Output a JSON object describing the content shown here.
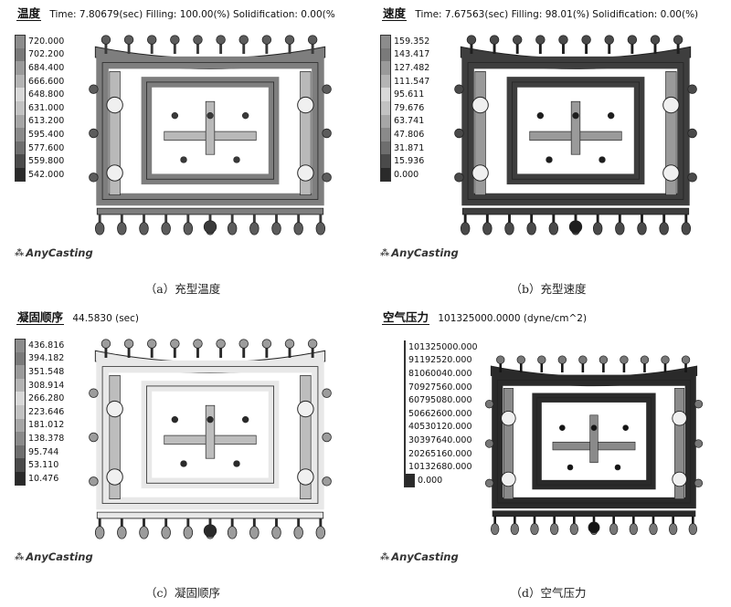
{
  "panels": {
    "a": {
      "title": "温度",
      "info": "Time: 7.80679(sec)  Filling: 100.00(%)  Solidification: 0.00(%",
      "legend": [
        "720.000",
        "702.200",
        "684.400",
        "666.600",
        "648.800",
        "631.000",
        "613.200",
        "595.400",
        "577.600",
        "559.800",
        "542.000"
      ],
      "logo": "AnyCasting",
      "caption": "（a）充型温度",
      "palette": [
        "#8c8c8c",
        "#7a7a7a",
        "#9a9a9a",
        "#b4b4b4",
        "#d8d8d8",
        "#c2c2c2",
        "#a6a6a6",
        "#8a8a8a",
        "#6e6e6e",
        "#4a4a4a",
        "#2a2a2a"
      ]
    },
    "b": {
      "title": "速度",
      "info": "Time: 7.67563(sec)  Filling: 98.01(%)  Solidification: 0.00(%)",
      "legend": [
        "159.352",
        "143.417",
        "127.482",
        "111.547",
        "95.611",
        "79.676",
        "63.741",
        "47.806",
        "31.871",
        "15.936",
        "0.000"
      ],
      "logo": "AnyCasting",
      "caption": "（b）充型速度",
      "palette": [
        "#8c8c8c",
        "#7a7a7a",
        "#9a9a9a",
        "#b4b4b4",
        "#d8d8d8",
        "#c2c2c2",
        "#a6a6a6",
        "#8a8a8a",
        "#6e6e6e",
        "#4a4a4a",
        "#2a2a2a"
      ]
    },
    "c": {
      "title": "凝固顺序",
      "info": "44.5830 (sec)",
      "legend": [
        "436.816",
        "394.182",
        "351.548",
        "308.914",
        "266.280",
        "223.646",
        "181.012",
        "138.378",
        "95.744",
        "53.110",
        "10.476"
      ],
      "logo": "AnyCasting",
      "caption": "（c）凝固顺序",
      "palette": [
        "#8c8c8c",
        "#7a7a7a",
        "#9a9a9a",
        "#b4b4b4",
        "#d8d8d8",
        "#c2c2c2",
        "#a6a6a6",
        "#8a8a8a",
        "#6e6e6e",
        "#4a4a4a",
        "#2a2a2a"
      ]
    },
    "d": {
      "title": "空气压力",
      "info": "101325000.0000 (dyne/cm^2)",
      "legend": [
        "101325000.000",
        "91192520.000",
        "81060040.000",
        "70927560.000",
        "60795080.000",
        "50662600.000",
        "40530120.000",
        "30397640.000",
        "20265160.000",
        "10132680.000",
        "0.000"
      ],
      "logo": "AnyCasting",
      "caption": "（d）空气压力",
      "palette": [
        "#8c8c8c",
        "#7a7a7a",
        "#9a9a9a",
        "#b4b4b4",
        "#d8d8d8",
        "#c2c2c2",
        "#a6a6a6",
        "#8a8a8a",
        "#6e6e6e",
        "#4a4a4a",
        "#2a2a2a"
      ]
    }
  }
}
